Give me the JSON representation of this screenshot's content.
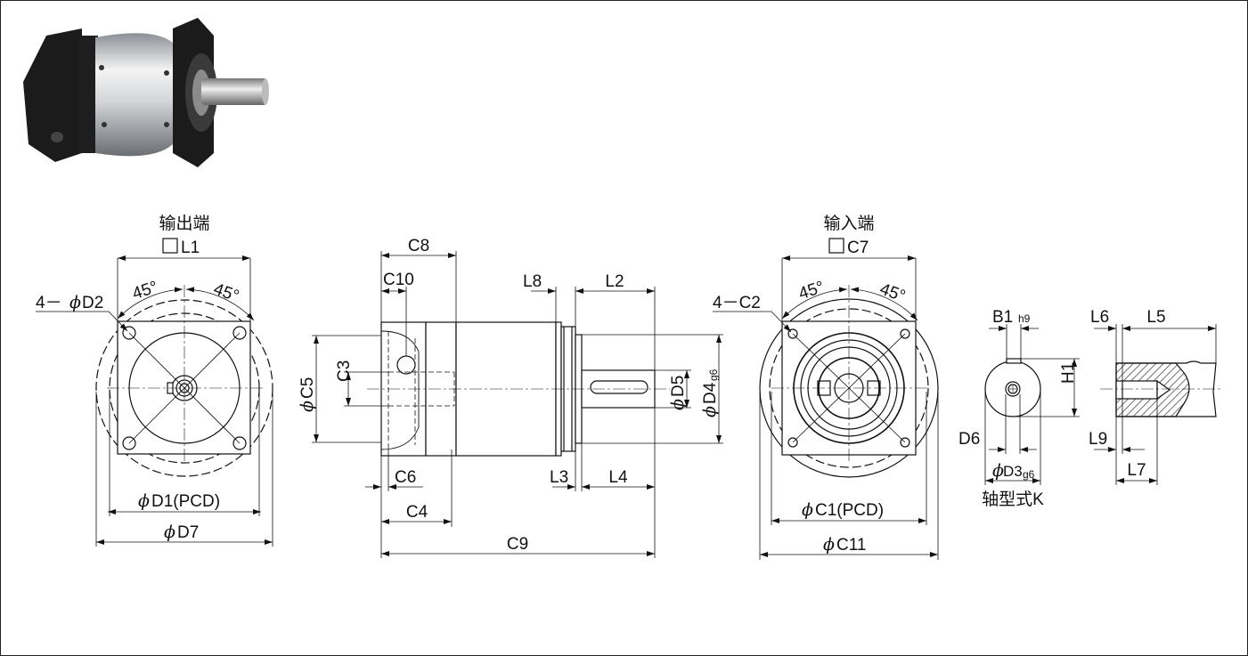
{
  "views": {
    "output_end": {
      "title": "输出端",
      "square_label": "L1",
      "holes_label": "4－",
      "holes_dim": "D2",
      "angle_left": "45°",
      "angle_right": "45°",
      "pcd_label": "D1(PCD)",
      "outer_label": "D7"
    },
    "side": {
      "c8": "C8",
      "c10": "C10",
      "c5": "C5",
      "c3": "C3",
      "c6": "C6",
      "c4": "C4",
      "l8": "L8",
      "l2": "L2",
      "d5": "D5",
      "d4": "D4",
      "d4_tol": "g6",
      "l3": "L3",
      "l4": "L4",
      "c9": "C9"
    },
    "input_end": {
      "title": "输入端",
      "square_label": "C7",
      "holes_label": "4－C2",
      "angle_left": "45°",
      "angle_right": "45°",
      "pcd_label": "C1(PCD)",
      "outer_label": "C11"
    },
    "shaft_section": {
      "b1": "B1",
      "b1_tol": "h9",
      "h1": "H1",
      "d6": "D6",
      "d3": "D3",
      "d3_tol": "g6",
      "caption": "轴型式K"
    },
    "shaft_end": {
      "l6": "L6",
      "l5": "L5",
      "l9": "L9",
      "l7": "L7"
    }
  },
  "diameter_symbol": "ϕ",
  "colors": {
    "line": "#111111",
    "body_fill": "#e6e6e6",
    "hatch": "#333333"
  },
  "icons": {
    "photo": "planetary-gearbox-photo"
  }
}
